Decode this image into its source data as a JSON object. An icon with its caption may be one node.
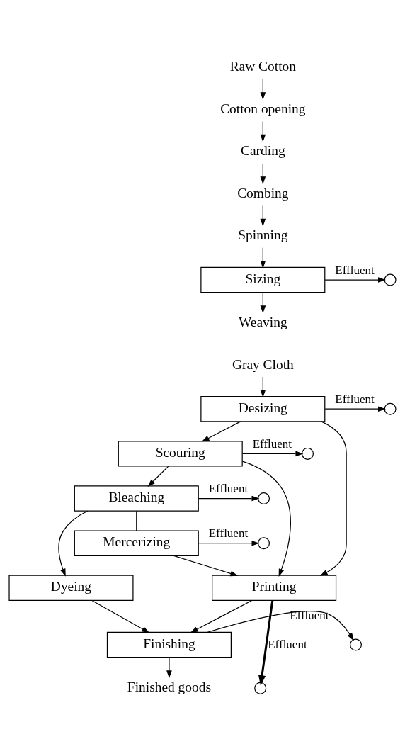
{
  "diagram": {
    "nodes": [
      {
        "text": [
          "Raw Cotton"
        ]
      },
      {
        "text": [
          "Cotton opening"
        ]
      },
      {
        "text": [
          "Carding"
        ]
      },
      {
        "text": [
          "Combing"
        ]
      },
      {
        "text": [
          "Spinning"
        ]
      },
      {
        "text": [
          "Sizing"
        ]
      },
      {
        "text": [
          "Weaving"
        ]
      },
      {
        "text": [
          "Gray Cloth"
        ]
      },
      {
        "text": [
          "Desizing"
        ]
      },
      {
        "text": [
          "Scouring"
        ]
      },
      {
        "text": [
          "Bleaching"
        ]
      },
      {
        "text": [
          "Mercerizing"
        ]
      },
      {
        "text": [
          "Printing"
        ]
      },
      {
        "text": [
          "Dyeing"
        ]
      },
      {
        "text": [
          "Finishing"
        ]
      },
      {
        "text": [
          "Finished goods"
        ]
      },
      {
        "text": [],
        "shape": "circle"
      },
      {
        "text": [],
        "shape": "circle"
      },
      {
        "text": [],
        "shape": "circle"
      },
      {
        "text": [],
        "shape": "circle"
      },
      {
        "text": [],
        "shape": "circle"
      },
      {
        "text": [],
        "shape": "circle"
      },
      {
        "text": [],
        "shape": "circle"
      }
    ],
    "edges": [
      {
        "from": 0,
        "to": 1,
        "arrow": "to"
      },
      {
        "from": 1,
        "to": 2,
        "arrow": "to"
      },
      {
        "from": 2,
        "to": 3,
        "arrow": "to"
      },
      {
        "from": 3,
        "to": 4,
        "arrow": "to"
      },
      {
        "from": 4,
        "to": 5,
        "arrow": "to"
      },
      {
        "from": 5,
        "to": 16,
        "arrow": "to",
        "label": "Effluent"
      },
      {
        "from": 5,
        "to": 6,
        "arrow": "to"
      },
      {
        "from": 7,
        "to": 8,
        "arrow": "to"
      },
      {
        "from": 8,
        "to": 17,
        "arrow": "to",
        "label": "Effluent"
      },
      {
        "from": 8,
        "to": 12,
        "arrow": "to"
      },
      {
        "from": 8,
        "to": 9,
        "arrow": "to"
      },
      {
        "from": 9,
        "to": 18,
        "arrow": "to",
        "label": "Effluent"
      },
      {
        "from": 9,
        "to": 12,
        "arrow": "to"
      },
      {
        "from": 9,
        "to": 10,
        "arrow": "to"
      },
      {
        "from": 10,
        "to": 19,
        "arrow": "to",
        "label": "Effluent"
      },
      {
        "from": 10,
        "to": 11,
        "arrow": "none"
      },
      {
        "from": 10,
        "to": 13,
        "arrow": "to"
      },
      {
        "from": 11,
        "to": 20,
        "arrow": "to",
        "label": "Effluent"
      },
      {
        "from": 11,
        "to": 12,
        "arrow": "to"
      },
      {
        "from": 12,
        "to": 14,
        "arrow": "to"
      },
      {
        "from": 12,
        "to": 22,
        "arrow": "to",
        "label": "Effluent",
        "style": "thick"
      },
      {
        "from": 13,
        "to": 14,
        "arrow": "to"
      },
      {
        "from": 14,
        "to": 21,
        "arrow": "to",
        "label": "Effluent"
      },
      {
        "from": 14,
        "to": 15,
        "arrow": "to"
      }
    ]
  }
}
